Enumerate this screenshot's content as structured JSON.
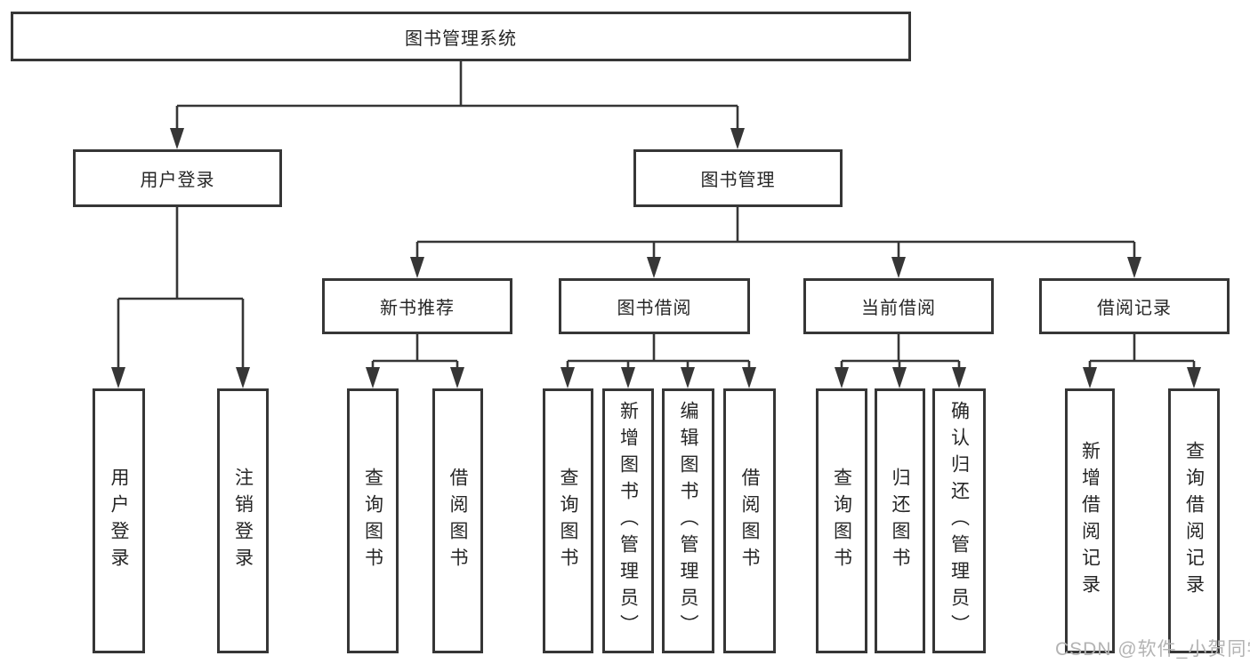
{
  "diagram": {
    "title": "图书管理系统",
    "level2": {
      "user_login": "用户登录",
      "book_management": "图书管理"
    },
    "level3": {
      "new_book_recommend": "新书推荐",
      "book_borrow": "图书借阅",
      "current_borrow": "当前借阅",
      "borrow_records": "借阅记录"
    },
    "leaves": {
      "user_login": "用户登录",
      "logout": "注销登录",
      "recommend_query_book": "查询图书",
      "recommend_borrow_book": "借阅图书",
      "borrow_query_book": "查询图书",
      "borrow_add_book": "新增图书（管理员）",
      "borrow_edit_book": "编辑图书（管理员）",
      "borrow_borrow_book": "借阅图书",
      "current_query_book": "查询图书",
      "current_return_book": "归还图书",
      "current_confirm_return": "确认归还（管理员）",
      "records_add_record": "新增借阅记录",
      "records_query_record": "查询借阅记录"
    }
  },
  "watermark": "CSDN @软件_小贺同学",
  "colors": {
    "line": "#363636",
    "box_border": "#363636",
    "text": "#262626",
    "background": "#ffffff",
    "watermark": "#b3b3b3"
  }
}
